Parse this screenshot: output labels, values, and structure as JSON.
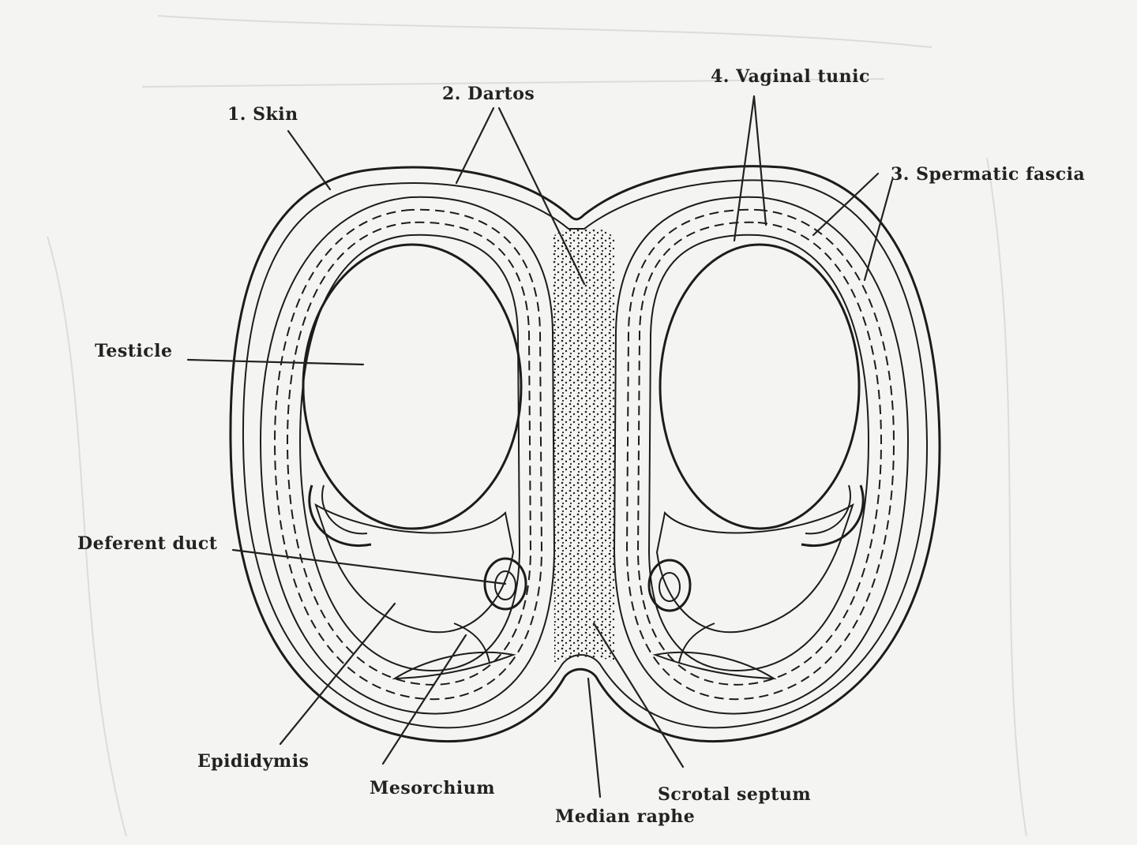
{
  "labels": {
    "skin": "1. Skin",
    "dartos": "2. Dartos",
    "spermatic_fascia": "3. Spermatic fascia",
    "vaginal_tunic": "4. Vaginal tunic",
    "testicle": "Testicle",
    "deferent_duct": "Deferent duct",
    "epididymis": "Epididymis",
    "mesorchium": "Mesorchium",
    "median_raphe": "Median raphe",
    "scrotal_septum": "Scrotal septum"
  }
}
